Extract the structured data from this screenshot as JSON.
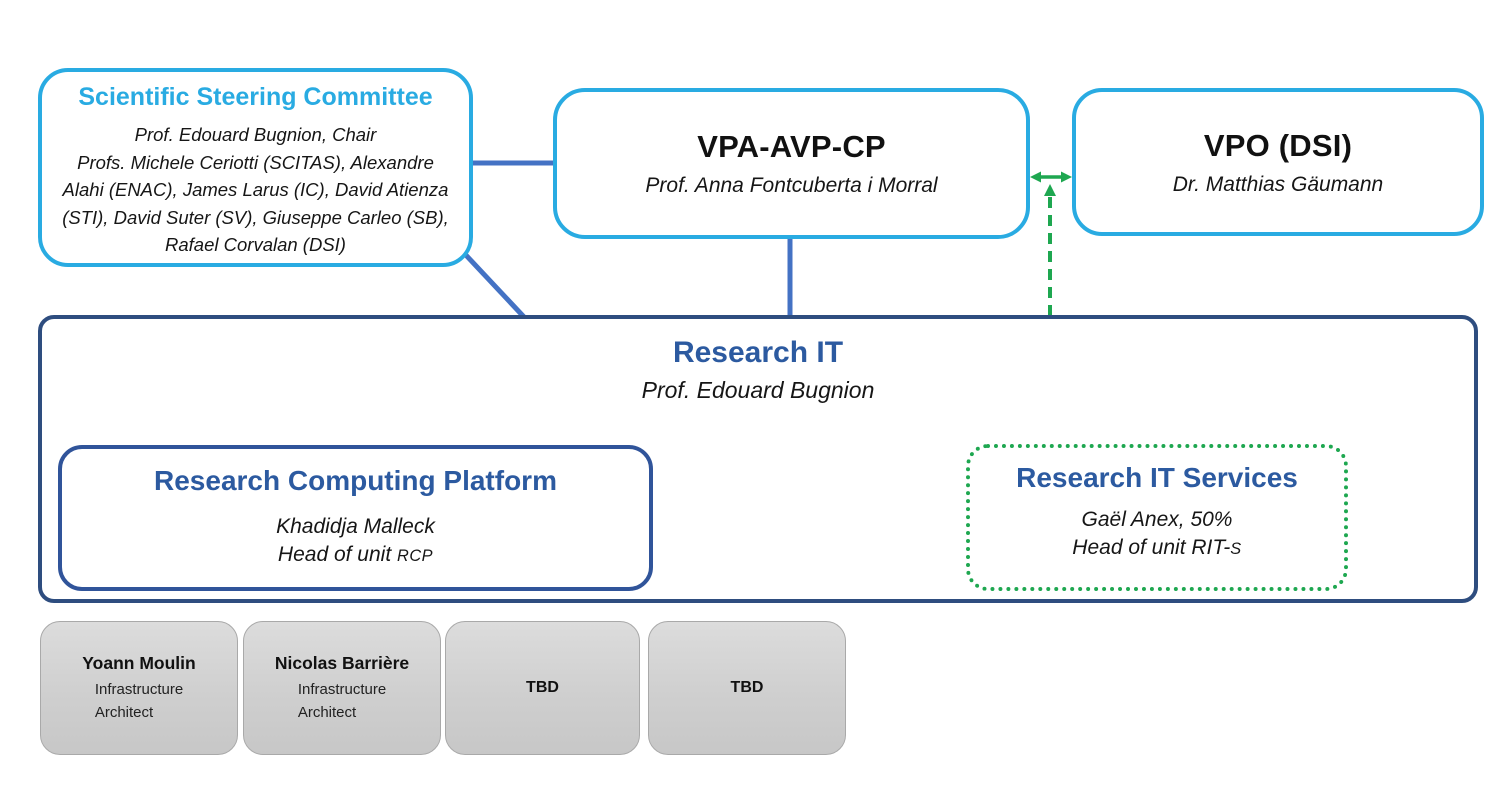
{
  "colors": {
    "cyan_border": "#29ABE2",
    "blue_connector": "#4472C4",
    "navy_border": "#2E4D7F",
    "title_blue": "#2C5AA0",
    "green": "#1EA750",
    "card_gray": "#CFCFCF"
  },
  "boxes": {
    "ssc": {
      "title": "Scientific Steering Committee",
      "body": "Prof. Edouard Bugnion, Chair\nProfs. Michele Ceriotti (SCITAS), Alexandre\nAlahi (ENAC), James Larus (IC), David Atienza\n(STI), David Suter (SV), Giuseppe Carleo (SB),\nRafael Corvalan (DSI)"
    },
    "vpa": {
      "title": "VPA-AVP-CP",
      "subtitle": "Prof. Anna Fontcuberta i Morral"
    },
    "vpo": {
      "title": "VPO (DSI)",
      "subtitle": "Dr. Matthias Gäumann"
    },
    "research_it": {
      "title": "Research IT",
      "subtitle": "Prof. Edouard Bugnion"
    },
    "rcp": {
      "title": "Research Computing Platform",
      "person": "Khadidja Malleck",
      "role_prefix": "Head of unit ",
      "role_unit": "RCP"
    },
    "rits": {
      "title": "Research IT Services",
      "person": "Gaël Anex, 50%",
      "role_prefix": "Head of unit RIT-",
      "role_unit": "S"
    }
  },
  "staff": [
    {
      "name": "Yoann Moulin",
      "role": "Infrastructure\nArchitect"
    },
    {
      "name": "Nicolas Barrière",
      "role": "Infrastructure\nArchitect"
    },
    {
      "name": "TBD",
      "role": ""
    },
    {
      "name": "TBD",
      "role": ""
    }
  ]
}
